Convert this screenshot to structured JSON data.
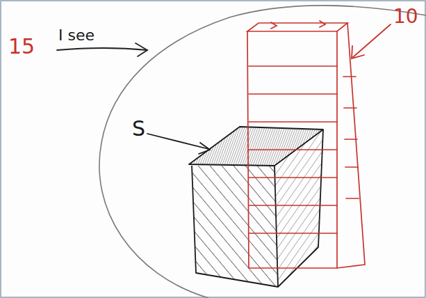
{
  "diagram": {
    "labels": [
      "15",
      "I see",
      "10",
      "S"
    ]
  }
}
